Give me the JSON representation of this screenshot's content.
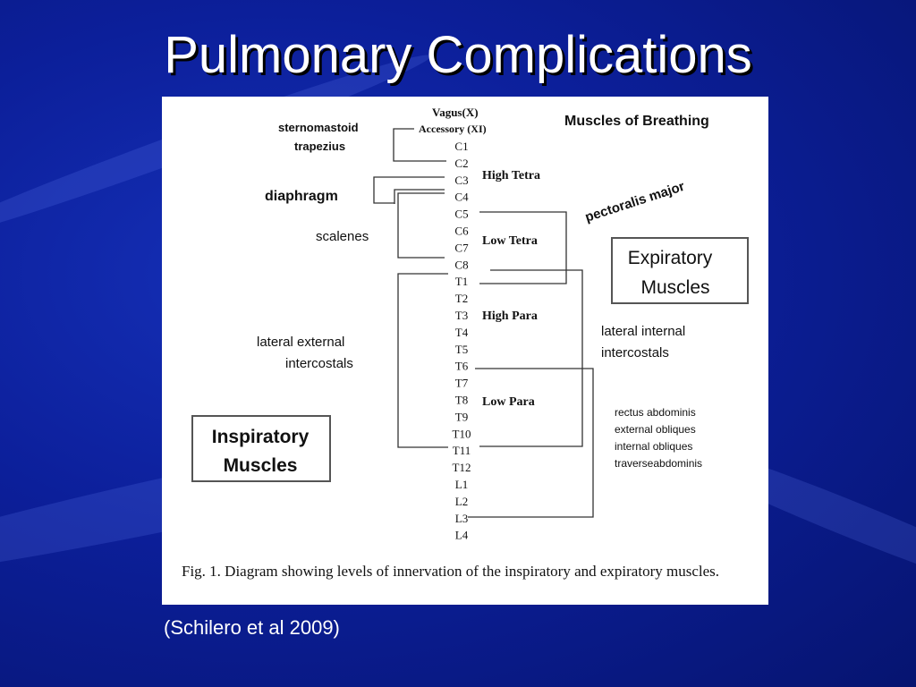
{
  "slide": {
    "title": "Pulmonary Complications",
    "citation": "(Schilero et al 2009)"
  },
  "diagram": {
    "heading": "Muscles of Breathing",
    "nerves": [
      "Vagus(X)",
      "Accessory (XI)"
    ],
    "levels": [
      "C1",
      "C2",
      "C3",
      "C4",
      "C5",
      "C6",
      "C7",
      "C8",
      "T1",
      "T2",
      "T3",
      "T4",
      "T5",
      "T6",
      "T7",
      "T8",
      "T9",
      "T10",
      "T11",
      "T12",
      "L1",
      "L2",
      "L3",
      "L4"
    ],
    "injury_levels": [
      "High Tetra",
      "Low Tetra",
      "High Para",
      "Low Para"
    ],
    "muscles": {
      "sternomastoid": "sternomastoid",
      "trapezius": "trapezius",
      "diaphragm": "diaphragm",
      "scalenes": "scalenes",
      "lateral_external_1": "lateral external",
      "lateral_external_2": "intercostals",
      "pectoralis": "pectoralis major",
      "lateral_internal_1": "lateral internal",
      "lateral_internal_2": "intercostals",
      "abdominal": [
        "rectus abdominis",
        "external obliques",
        "internal obliques",
        "traverseabdominis"
      ]
    },
    "boxes": {
      "expiratory_1": "Expiratory",
      "expiratory_2": "Muscles",
      "inspiratory_1": "Inspiratory",
      "inspiratory_2": "Muscles"
    },
    "caption": "Fig. 1. Diagram showing levels of innervation of the inspiratory and expiratory muscles."
  }
}
